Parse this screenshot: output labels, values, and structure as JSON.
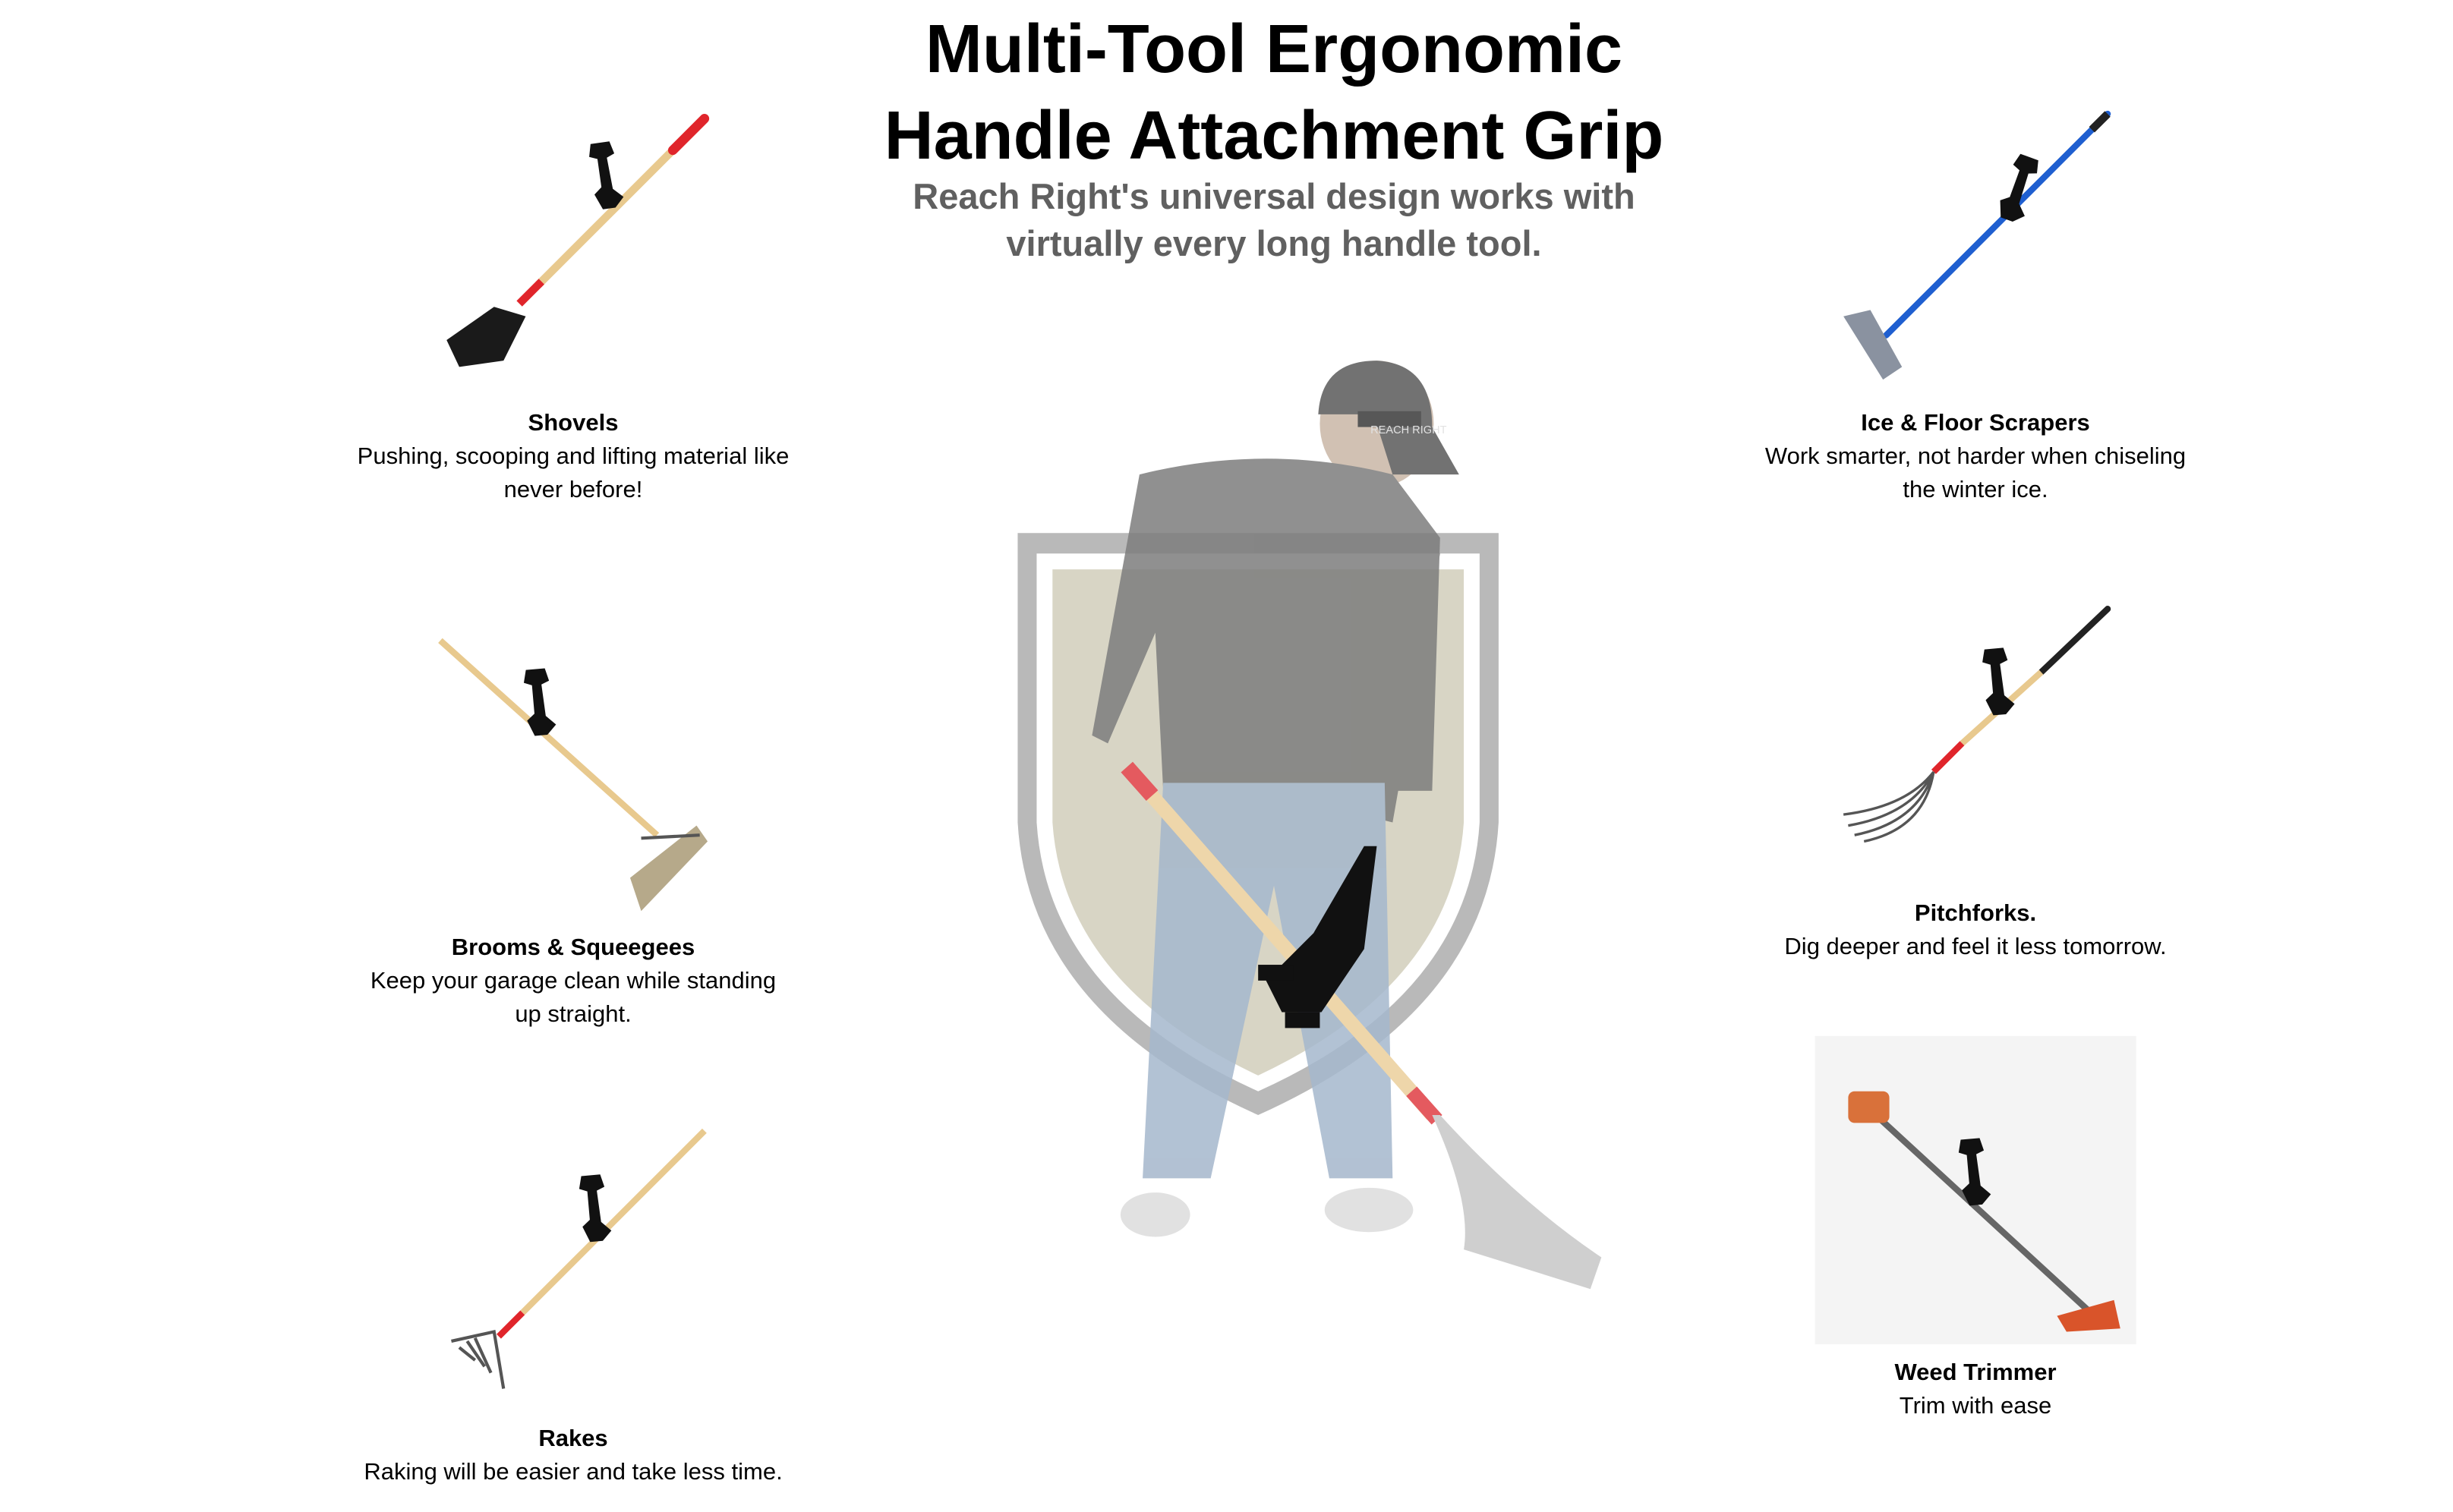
{
  "header": {
    "title_line1": "Multi-Tool Ergonomic",
    "title_line2": "Handle Attachment Grip",
    "subtitle_line1": "Reach Right's universal design works with",
    "subtitle_line2": "virtually every long handle tool."
  },
  "tools": [
    {
      "name": "Shovels",
      "description": "Pushing, scooping and lifting material like never before!",
      "icon": "shovel-icon"
    },
    {
      "name": "Brooms & Squeegees",
      "description": "Keep your garage clean while standing up straight.",
      "icon": "broom-icon"
    },
    {
      "name": "Rakes",
      "description": "Raking will be easier and take less time.",
      "icon": "rake-icon"
    },
    {
      "name": "Ice & Floor Scrapers",
      "description": "Work smarter, not harder when chiseling the winter ice.",
      "icon": "scraper-icon"
    },
    {
      "name": "Pitchforks.",
      "description": "Dig deeper and feel it less tomorrow.",
      "icon": "pitchfork-icon"
    },
    {
      "name": "Weed Trimmer",
      "description": "Trim with ease",
      "icon": "weed-trimmer-icon"
    }
  ],
  "hero": {
    "cap_text": "REACH RIGHT",
    "icon": "person-with-shovel-illustration"
  },
  "colors": {
    "grip": "#111111",
    "wood": "#e8c98e",
    "red": "#e0252b",
    "blue": "#1f5fd0",
    "shield_outer": "#b9b9b9",
    "shield_inner": "#d8d5c5"
  }
}
